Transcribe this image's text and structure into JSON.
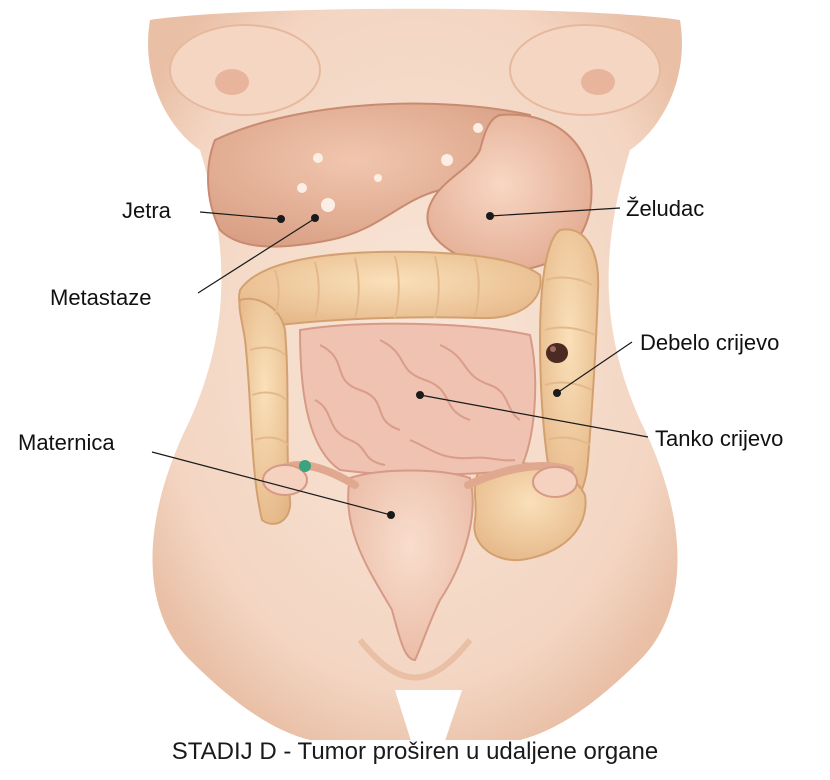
{
  "labels": {
    "jetra": "Jetra",
    "metastaze": "Metastaze",
    "zeludac": "Želudac",
    "debelo_crijevo": "Debelo crijevo",
    "tanko_crijevo": "Tanko crijevo",
    "maternica": "Maternica"
  },
  "caption": "STADIJ D - Tumor proširen u udaljene organe",
  "colors": {
    "skin": "#f6dccb",
    "skin_shadow": "#e9bfa5",
    "liver": "#e7b49a",
    "stomach": "#f0c4ad",
    "colon": "#f3cfa4",
    "small_intestine": "#efc2b2",
    "uterus": "#f3cdbb",
    "tumor_dark": "#4a2a22",
    "ovary_marker": "#3aa37f",
    "leader_line": "#1a1a1a"
  }
}
